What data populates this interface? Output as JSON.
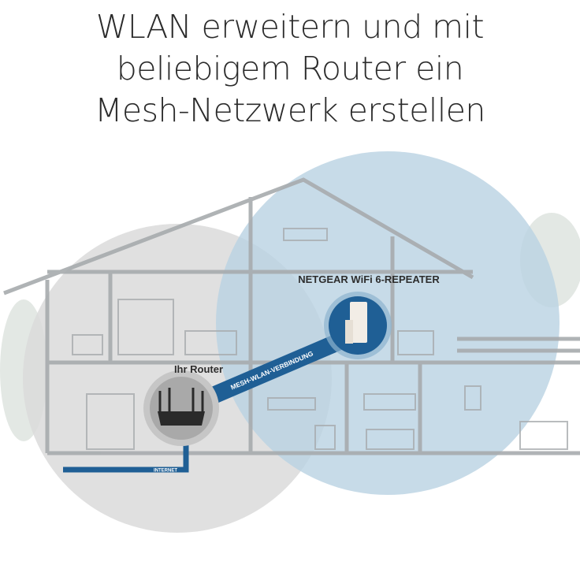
{
  "title": {
    "lines": [
      "WLAN erweitern und mit",
      "beliebigem Router ein",
      "Mesh-Netzwerk erstellen"
    ]
  },
  "diagram": {
    "repeater_label": "NETGEAR WiFi 6-REPEATER",
    "router_label": "Ihr Router",
    "connection_label": "MESH-WLAN-VERBINDUNG",
    "internet_label": "INTERNET"
  },
  "colors": {
    "router_coverage": "#d9d9d9",
    "repeater_coverage": "#b9d2e2",
    "connection": "#1f5f95",
    "house_lines": "#a7abae"
  },
  "icons": [
    "router-icon",
    "repeater-icon"
  ]
}
